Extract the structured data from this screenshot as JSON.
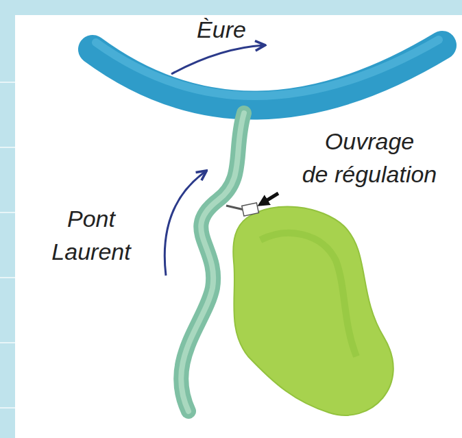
{
  "diagram": {
    "labels": [
      "Èure",
      "Ouvrage de régulation",
      "Pont Laurent"
    ]
  }
}
